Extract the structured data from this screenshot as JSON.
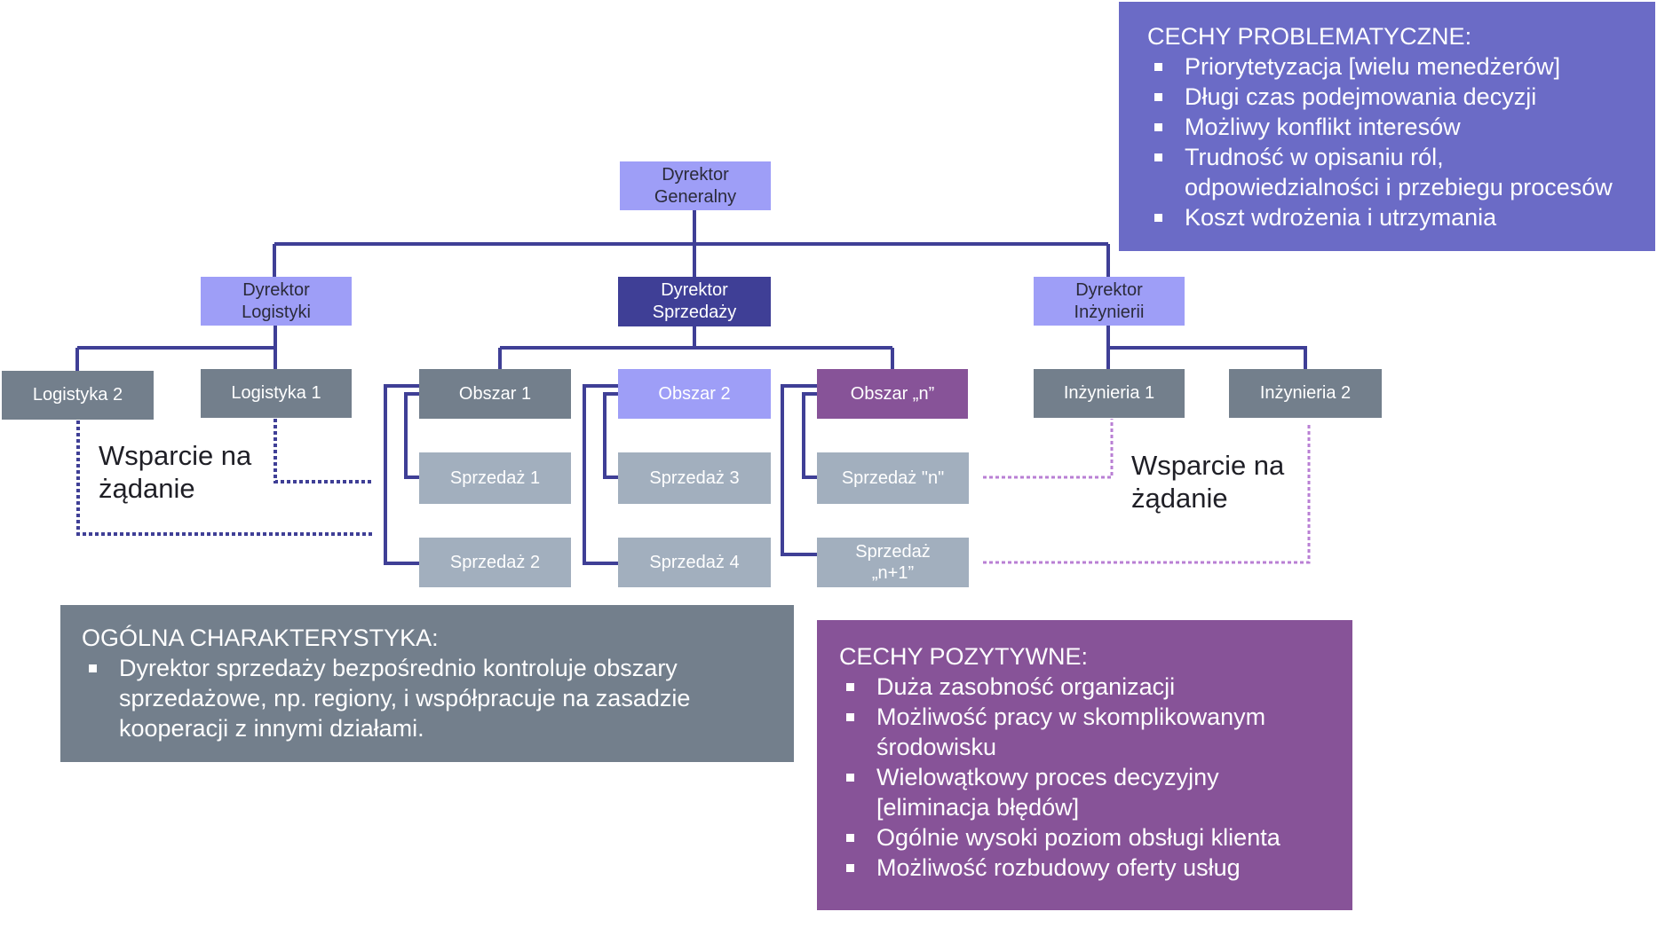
{
  "colors": {
    "connector": "#3f3f96",
    "support_logistics": "#3f3f96",
    "support_engineering": "#b97fd4",
    "director_light": "#9e9ef7",
    "director_sales": "#3f3f96",
    "unit_grey": "#737f8c",
    "sales_unit": "#a2afbe",
    "area_n": "#875398",
    "panel_problem": "#6b6bc6",
    "panel_general": "#737f8c",
    "panel_positive": "#875398"
  },
  "org": {
    "ceo": "Dyrektor\nGeneralny",
    "dir_logistics": "Dyrektor\nLogistyki",
    "dir_sales": "Dyrektor\nSprzedaży",
    "dir_engineering": "Dyrektor\nInżynierii",
    "logistics_2": "Logistyka 2",
    "logistics_1": "Logistyka 1",
    "area_1": "Obszar 1",
    "area_2": "Obszar 2",
    "area_n": "Obszar „n”",
    "engineering_1": "Inżynieria 1",
    "engineering_2": "Inżynieria 2",
    "sales_1": "Sprzedaż 1",
    "sales_2": "Sprzedaż 2",
    "sales_3": "Sprzedaż 3",
    "sales_4": "Sprzedaż 4",
    "sales_n": "Sprzedaż \"n\"",
    "sales_n1": "Sprzedaż\n„n+1”"
  },
  "support_labels": {
    "logistics": "Wsparcie na\nżądanie",
    "engineering": "Wsparcie na\nżądanie"
  },
  "panels": {
    "problematic": {
      "title": "CECHY PROBLEMATYCZNE:",
      "items": [
        "Priorytetyzacja [wielu menedżerów]",
        "Długi czas podejmowania decyzji",
        "Możliwy konflikt interesów",
        "Trudność w opisaniu ról,\nodpowiedzialności i przebiegu procesów",
        "Koszt wdrożenia i utrzymania"
      ]
    },
    "general": {
      "title": "OGÓLNA CHARAKTERYSTYKA:",
      "items": [
        "Dyrektor sprzedaży bezpośrednio kontroluje obszary\nsprzedażowe, np. regiony, i współpracuje na zasadzie\nkooperacji z innymi działami."
      ]
    },
    "positive": {
      "title": "CECHY POZYTYWNE:",
      "items": [
        "Duża zasobność organizacji",
        "Możliwość pracy w skomplikowanym\nśrodowisku",
        "Wielowątkowy proces decyzyjny\n[eliminacja błędów]",
        "Ogólnie wysoki poziom obsługi klienta",
        "Możliwość rozbudowy oferty usług"
      ]
    }
  }
}
